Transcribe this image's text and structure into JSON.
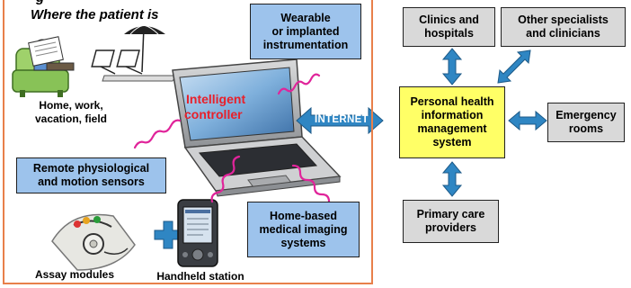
{
  "patient_area": {
    "heading": "Where the patient is",
    "home_label": [
      "Home, work,",
      "vacation, field"
    ],
    "assay_label": "Assay modules",
    "handheld_label": "Handheld station"
  },
  "boxes": {
    "wearable": [
      "Wearable",
      "or implanted",
      "instrumentation"
    ],
    "remote": [
      "Remote physiological",
      "and motion sensors"
    ],
    "imaging": [
      "Home-based",
      "medical imaging",
      "systems"
    ],
    "clinics": [
      "Clinics and",
      "hospitals"
    ],
    "specialists": [
      "Other specialists",
      "and clinicians"
    ],
    "phis": [
      "Personal health",
      "information",
      "management",
      "system"
    ],
    "emergency": [
      "Emergency",
      "rooms"
    ],
    "primary": [
      "Primary care",
      "providers"
    ]
  },
  "controller": [
    "Intelligent",
    "controller"
  ],
  "internet": "INTERNET",
  "colors": {
    "frame": "#e8804a",
    "blue_box": "#9dc3ec",
    "gray_box": "#d9d9d9",
    "yellow_box": "#ffff66",
    "arrow": "#2f86c3",
    "wave": "#e0249a",
    "controller_text": "#e8202a"
  }
}
